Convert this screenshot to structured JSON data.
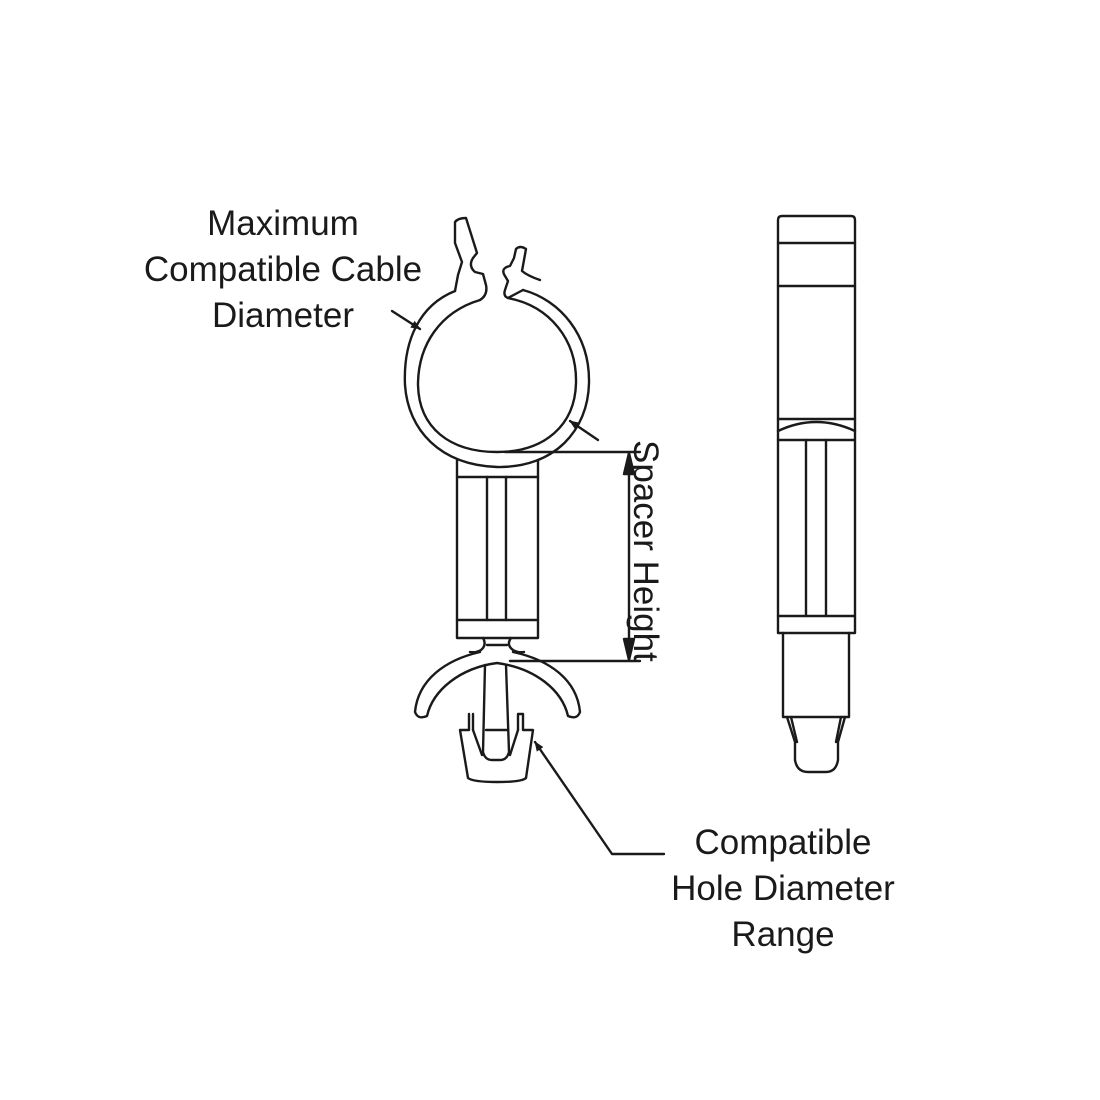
{
  "diagram": {
    "subject": "Push mount cable clip with spacer",
    "views": [
      "front-view",
      "side-view"
    ],
    "line_color": "#1a1a1a",
    "background": "#ffffff"
  },
  "labels": {
    "cable_diameter": {
      "line1": "Maximum",
      "line2": "Compatible Cable",
      "line3": "Diameter"
    },
    "spacer_height": {
      "text": "Spacer Height"
    },
    "hole_diameter": {
      "line1": "Compatible",
      "line2": "Hole Diameter",
      "line3": "Range"
    }
  }
}
